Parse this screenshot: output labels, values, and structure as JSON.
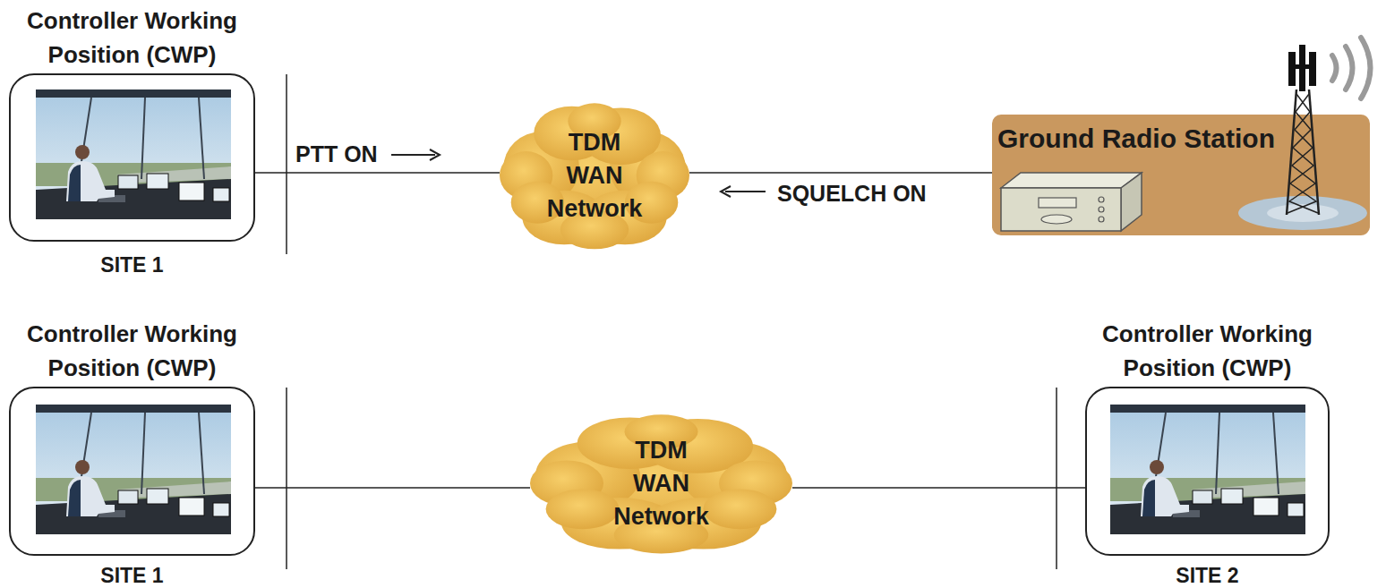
{
  "diagram": {
    "nodes": [
      {
        "text": [
          "Controller Working Position (CWP)",
          "SITE 1"
        ]
      },
      {
        "text": [
          "TDM WAN Network"
        ]
      },
      {
        "text": [
          "Ground Radio Station"
        ]
      },
      {
        "text": [
          "Controller Working Position (CWP)",
          "SITE 1"
        ]
      },
      {
        "text": [
          "TDM WAN Network"
        ]
      },
      {
        "text": [
          "Controller Working Position (CWP)",
          "SITE 2"
        ]
      }
    ],
    "edges": [
      {
        "from": 0,
        "to": 1,
        "arrow": "none",
        "label": "PTT ON"
      },
      {
        "from": 2,
        "to": 1,
        "arrow": "none",
        "label": "SQUELCH ON"
      },
      {
        "from": 3,
        "to": 4,
        "arrow": "none"
      },
      {
        "from": 4,
        "to": 5,
        "arrow": "none"
      }
    ]
  }
}
